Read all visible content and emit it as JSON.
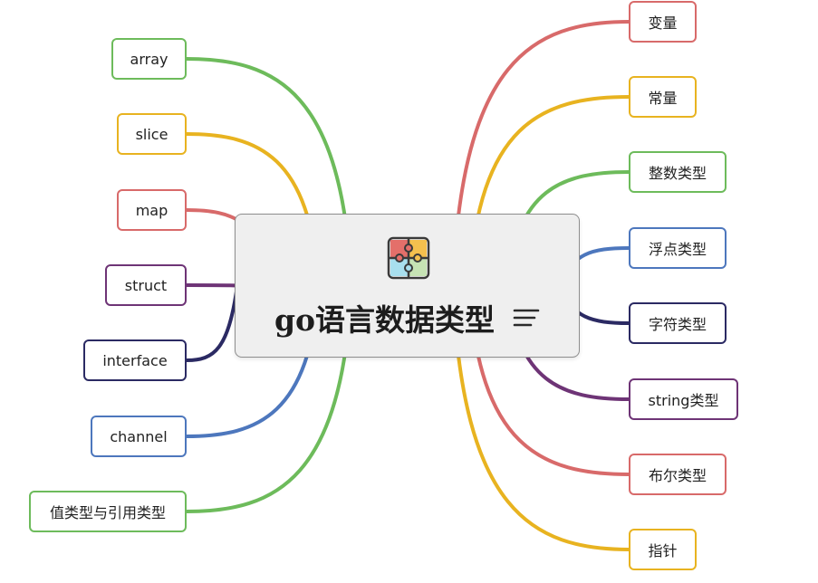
{
  "root": {
    "title": "go语言数据类型",
    "icon": "puzzle-icon",
    "notes_icon": "notes-lines-icon"
  },
  "left_branches": [
    {
      "label": "array",
      "color": "#6dbb5b"
    },
    {
      "label": "slice",
      "color": "#e8b320"
    },
    {
      "label": "map",
      "color": "#d86a6a"
    },
    {
      "label": "struct",
      "color": "#6e3476"
    },
    {
      "label": "interface",
      "color": "#2b2a63"
    },
    {
      "label": "channel",
      "color": "#4d77bd"
    },
    {
      "label": "值类型与引用类型",
      "color": "#6dbb5b"
    }
  ],
  "right_branches": [
    {
      "label": "变量",
      "color": "#d86a6a"
    },
    {
      "label": "常量",
      "color": "#e8b320"
    },
    {
      "label": "整数类型",
      "color": "#6dbb5b"
    },
    {
      "label": "浮点类型",
      "color": "#4d77bd"
    },
    {
      "label": "字符类型",
      "color": "#2b2a63"
    },
    {
      "label": "string类型",
      "color": "#6e3476"
    },
    {
      "label": "布尔类型",
      "color": "#d86a6a"
    },
    {
      "label": "指针",
      "color": "#e8b320"
    }
  ]
}
